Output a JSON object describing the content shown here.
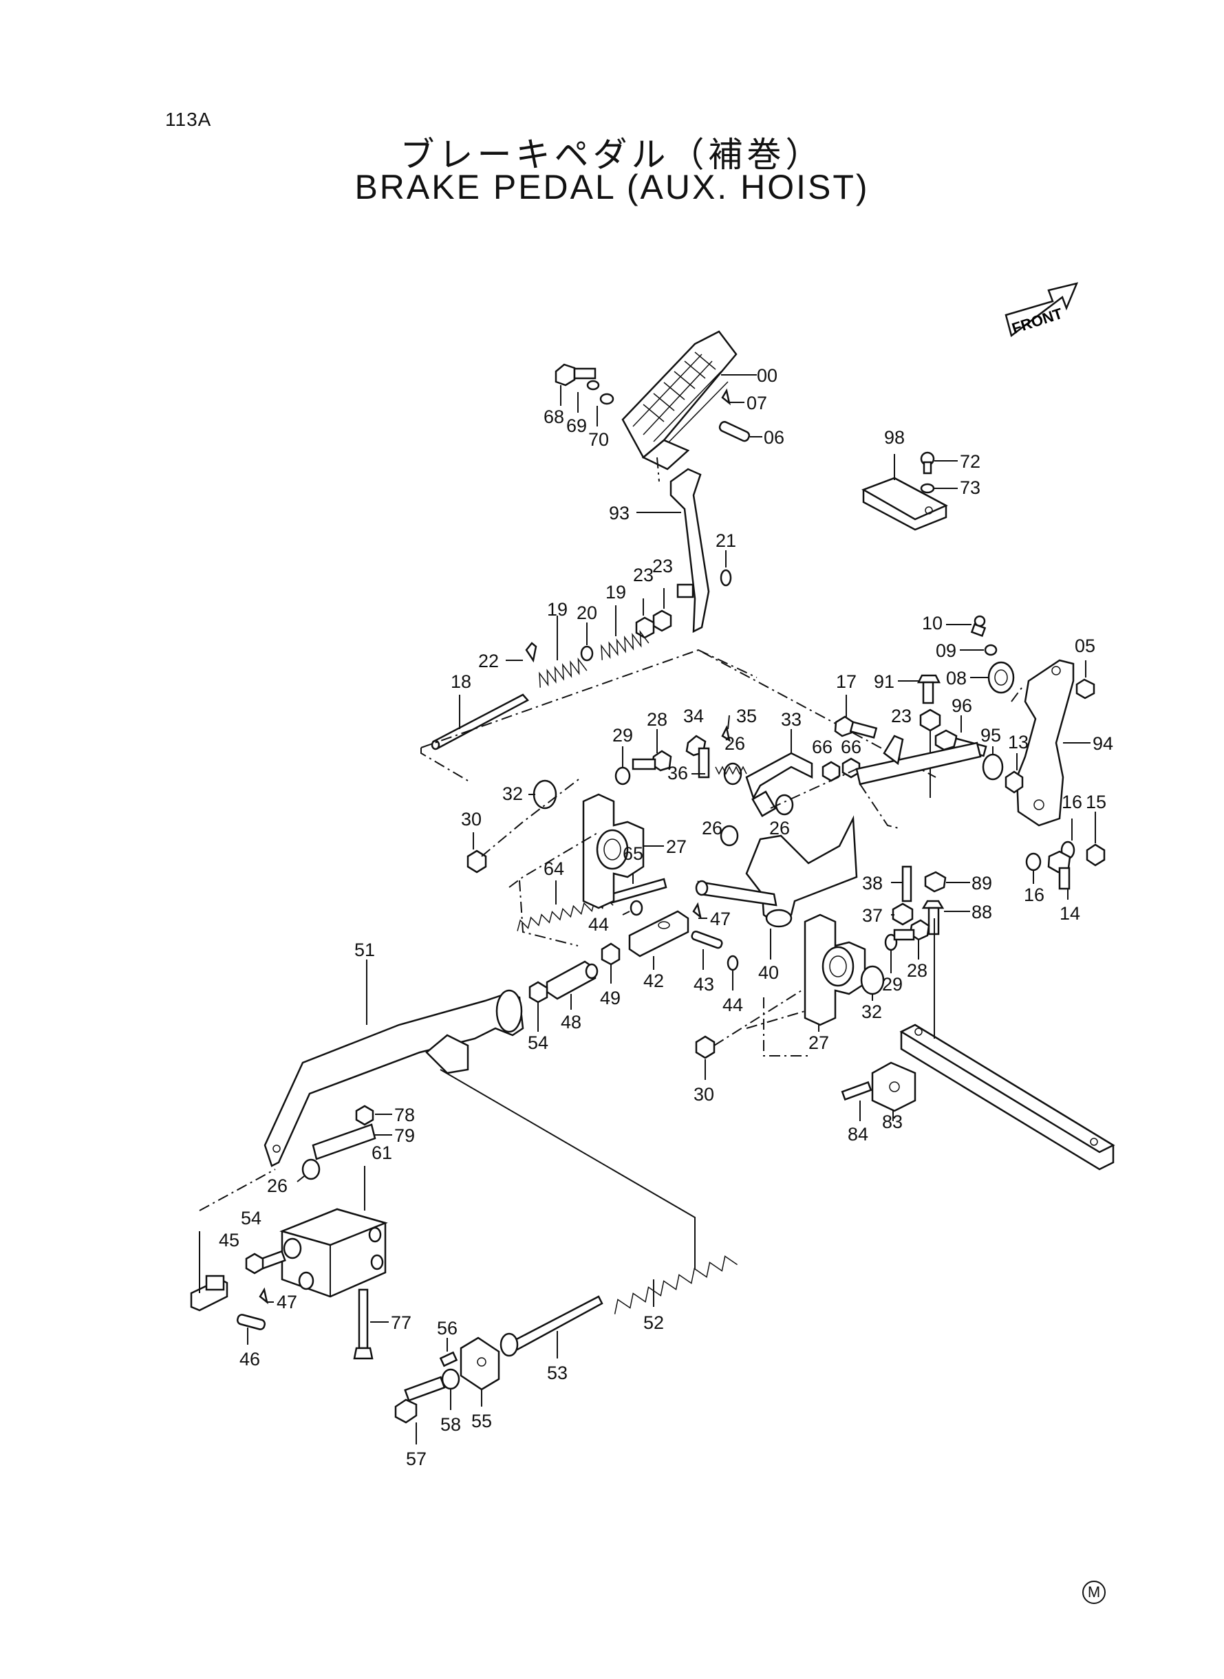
{
  "page_code": "113A",
  "title_jp": "ブレーキペダル（補巻）",
  "title_en": "BRAKE PEDAL (AUX. HOIST)",
  "direction_label": "FRONT",
  "corner_mark": "M",
  "callouts": {
    "c00": "00",
    "c07": "07",
    "c06": "06",
    "c68": "68",
    "c69": "69",
    "c70": "70",
    "c98": "98",
    "c72": "72",
    "c73": "73",
    "c93": "93",
    "c21": "21",
    "c23a": "23",
    "c23b": "23",
    "c19a": "19",
    "c20": "20",
    "c19b": "19",
    "c22": "22",
    "c18": "18",
    "c10": "10",
    "c09": "09",
    "c05": "05",
    "c17": "17",
    "c91": "91",
    "c08": "08",
    "c23c": "23",
    "c94": "94",
    "c96": "96",
    "c95": "95",
    "c13": "13",
    "c16a": "16",
    "c15": "15",
    "c16b": "16",
    "c14": "14",
    "c89": "89",
    "c88": "88",
    "c34": "34",
    "c35": "35",
    "c33": "33",
    "c28a": "28",
    "c29a": "29",
    "c26a": "26",
    "c66a": "66",
    "c66b": "66",
    "c32a": "32",
    "c36": "36",
    "c27a": "27",
    "c26b": "26",
    "c26c": "26",
    "c30a": "30",
    "c65": "65",
    "c64": "64",
    "c44a": "44",
    "c47a": "47",
    "c38": "38",
    "c37": "37",
    "c28b": "28",
    "c29b": "29",
    "c32b": "32",
    "c27b": "27",
    "c40": "40",
    "c42": "42",
    "c43": "43",
    "c44b": "44",
    "c49": "49",
    "c48": "48",
    "c54a": "54",
    "c51": "51",
    "c30b": "30",
    "c84": "84",
    "c83": "83",
    "c78": "78",
    "c79": "79",
    "c61": "61",
    "c26d": "26",
    "c54b": "54",
    "c45": "45",
    "c47b": "47",
    "c46": "46",
    "c77": "77",
    "c52": "52",
    "c56": "56",
    "c53": "53",
    "c57": "57",
    "c58": "58",
    "c55": "55"
  }
}
